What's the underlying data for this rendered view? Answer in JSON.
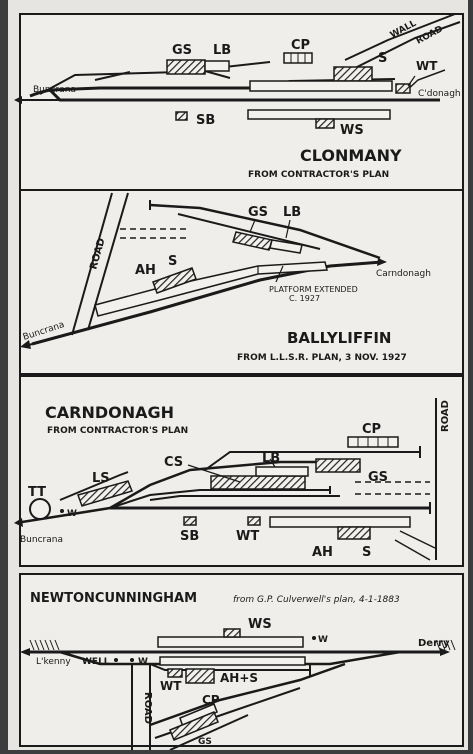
{
  "panels": [
    {
      "title": "CLONMANY",
      "subtitle": "FROM CONTRACTOR'S PLAN",
      "labels": {
        "gs": "GS",
        "lb": "LB",
        "cp": "CP",
        "s": "S",
        "wt": "WT",
        "sb": "SB",
        "ws": "WS",
        "road": "ROAD",
        "wall": "WALL",
        "buncrana": "Buncrana",
        "cdonagh": "C'donagh"
      }
    },
    {
      "title": "BALLYLIFFIN",
      "subtitle": "FROM L.L.S.R. PLAN, 3 NOV. 1927",
      "labels": {
        "gs": "GS",
        "lb": "LB",
        "ah": "AH",
        "s": "S",
        "road": "ROAD",
        "carndonagh": "Carndonagh",
        "buncrana": "Buncrana",
        "platform1": "PLATFORM EXTENDED",
        "platform2": "C. 1927"
      }
    },
    {
      "title": "CARNDONAGH",
      "subtitle": "FROM CONTRACTOR'S PLAN",
      "labels": {
        "cp": "CP",
        "lb": "LB",
        "cs": "CS",
        "gs": "GS",
        "ls": "LS",
        "tt": "TT",
        "w": "W",
        "sb": "SB",
        "wt": "WT",
        "ah": "AH",
        "s": "S",
        "road": "ROAD",
        "buncrana": "Buncrana"
      }
    },
    {
      "title": "NEWTONCUNNINGHAM",
      "subtitle": "from G.P. Culverwell's plan, 4-1-1883",
      "labels": {
        "ws": "WS",
        "w1": "W",
        "derry": "Derry",
        "lkenny": "L'kenny",
        "well": "WELL",
        "w2": "W",
        "wt": "WT",
        "ahs": "AH+S",
        "cp": "CP",
        "gs": "GS",
        "road": "ROAD"
      }
    }
  ]
}
